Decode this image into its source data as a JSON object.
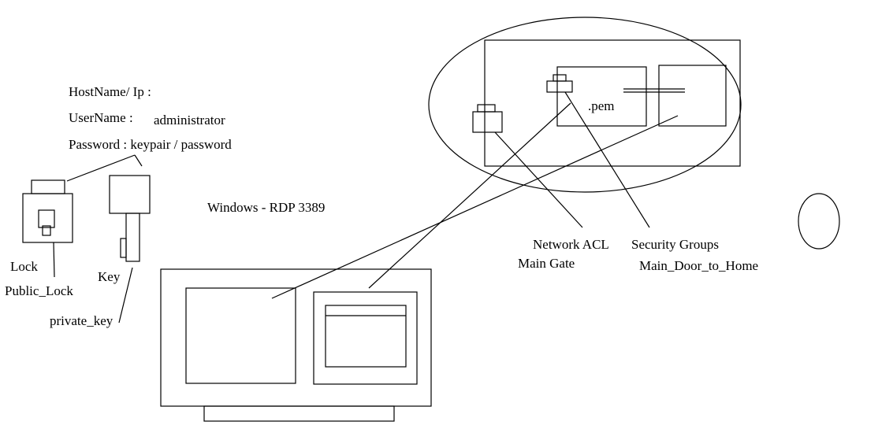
{
  "labels": {
    "hostname": "HostName/ Ip :",
    "username": "UserName :",
    "username_value": "administrator",
    "password": "Password : keypair / password",
    "windows_rdp": "Windows - RDP 3389",
    "lock": "Lock",
    "public_lock": "Public_Lock",
    "key": "Key",
    "private_key": "private_key",
    "pem": ".pem",
    "network_acl": "Network ACL",
    "main_gate": "Main Gate",
    "security_groups": "Security Groups",
    "main_door": "Main_Door_to_Home"
  },
  "colors": {
    "stroke": "#000000",
    "background": "#ffffff"
  }
}
